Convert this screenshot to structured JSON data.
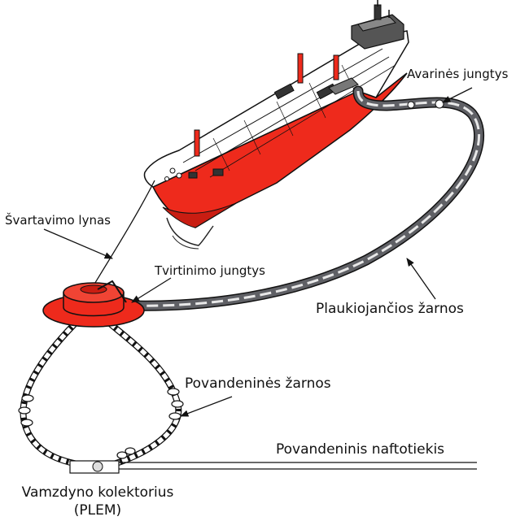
{
  "labels": {
    "emergency_couplings": "Avarinės jungtys",
    "mooring_line": "Švartavimo lynas",
    "fastening_couplings": "Tvirtinimo jungtys",
    "floating_hoses": "Plaukiojančios žarnos",
    "underwater_hoses": "Povandeninės žarnos",
    "underwater_pipeline": "Povandeninis naftotiekis",
    "plem_line1": "Vamzdyno kolektorius",
    "plem_line2": "(PLEM)"
  },
  "colors": {
    "hull_red": "#ee2a1c",
    "ink": "#111111",
    "hose_gray": "#5f6065",
    "deck_white": "#ffffff"
  }
}
